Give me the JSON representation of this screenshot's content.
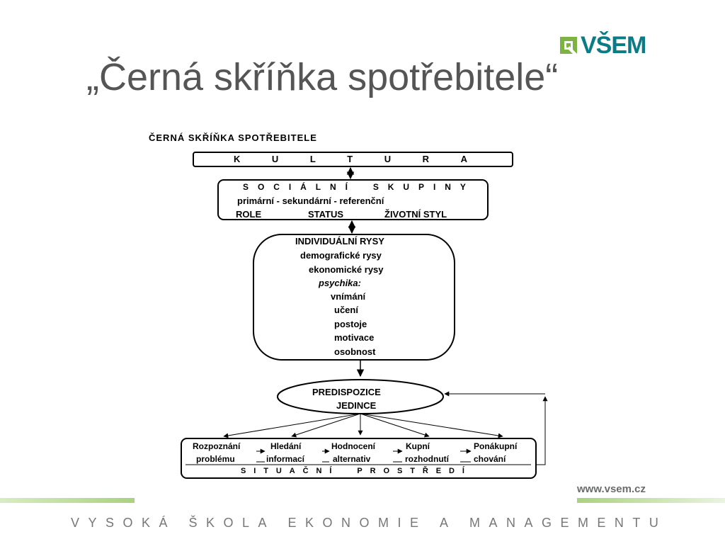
{
  "slide": {
    "title": "„Černá skříňka spotřebitele“",
    "logo_text": "VŠEM",
    "footer_url": "www.vsem.cz",
    "school_name": "VYSOKÁ ŠKOLA EKONOMIE A MANAGEMENTU"
  },
  "colors": {
    "logo_green": "#7cb342",
    "logo_teal": "#0b7c86",
    "title_gray": "#555555"
  },
  "diagram": {
    "heading": "ČERNÁ SKŘÍŇKA SPOTŘEBITELE",
    "kultura": [
      "K",
      "U",
      "L",
      "T",
      "U",
      "R",
      "A"
    ],
    "social": {
      "letters": [
        "S",
        "O",
        "C",
        "I",
        "Á",
        "L",
        "N",
        "Í",
        "S",
        "K",
        "U",
        "P",
        "I",
        "N",
        "Y"
      ],
      "groups": "primární - sekundární - referenční",
      "role": "ROLE",
      "status": "STATUS",
      "lifestyle": "ŽIVOTNÍ STYL"
    },
    "individual": {
      "heading": "INDIVIDUÁLNÍ RYSY",
      "demographic": "demografické rysy",
      "economic": "ekonomické rysy",
      "psyche": "psychika:",
      "traits": [
        "vnímání",
        "učení",
        "postoje",
        "motivace",
        "osobnost"
      ]
    },
    "predisposition": {
      "line1": "PREDISPOZICE",
      "line2": "JEDINCE"
    },
    "steps": [
      {
        "line1": "Rozpoznání",
        "line2": "problému"
      },
      {
        "line1": "Hledání",
        "line2": "informací"
      },
      {
        "line1": "Hodnocení",
        "line2": "alternativ"
      },
      {
        "line1": "Kupní",
        "line2": "rozhodnutí"
      },
      {
        "line1": "Ponákupní",
        "line2": "chování"
      }
    ],
    "situation": [
      "S",
      "I",
      "T",
      "U",
      "A",
      "Č",
      "N",
      "Í",
      "P",
      "R",
      "O",
      "S",
      "T",
      "Ř",
      "E",
      "D",
      "Í"
    ]
  }
}
